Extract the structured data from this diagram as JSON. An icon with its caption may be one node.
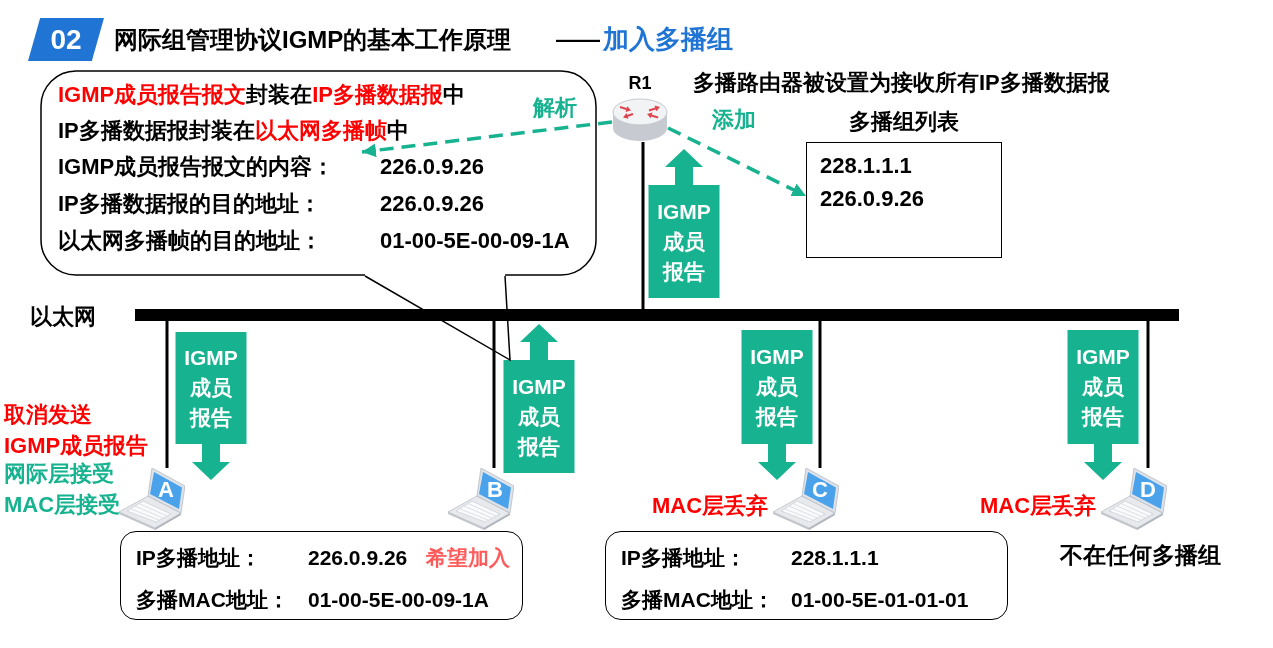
{
  "diagram": {
    "title": "网际组管理协议IGMP的基本工作原理",
    "nodes": [
      {
        "text": [
          "02"
        ]
      },
      {
        "text": [
          "**IGMP成员报告报文**封装在**IP多播数据报**中",
          "IP多播数据报封装在**以太网多播帧**中",
          "IGMP成员报告报文的内容：",
          "226.0.9.26",
          "IP多播数据报的目的地址：",
          "226.0.9.26",
          "以太网多播帧的目的地址：",
          "01-00-5E-00-09-1A"
        ]
      },
      {
        "text": [
          "R1"
        ]
      },
      {
        "text": [
          "多播组列表",
          "228.1.1.1",
          "226.0.9.26"
        ]
      },
      {
        "text": [],
        "shape": "bar",
        "beside": [
          "以太网"
        ]
      },
      {
        "text": [
          "A"
        ],
        "beside": [
          "取消发送 IGMP成员报告",
          "网际层接受",
          "MAC层接受"
        ]
      },
      {
        "text": [
          "B"
        ]
      },
      {
        "text": [
          "C"
        ],
        "beside": [
          "MAC层丢弃"
        ]
      },
      {
        "text": [
          "D"
        ],
        "beside": [
          "MAC层丢弃",
          "不在任何多播组"
        ]
      },
      {
        "text": [
          "IP多播地址：",
          "226.0.9.26",
          "希望加入",
          "多播MAC地址：",
          "01-00-5E-00-09-1A"
        ]
      },
      {
        "text": [
          "IP多播地址：",
          "228.1.1.1",
          "多播MAC地址：",
          "01-00-5E-01-01-01"
        ]
      }
    ],
    "edges": [
      {
        "from": 2,
        "to": 1,
        "arrow": "to",
        "label": "解析",
        "style": "dashed",
        "color": "#17b28f"
      },
      {
        "from": 2,
        "to": 3,
        "arrow": "to",
        "label": "添加",
        "style": "dashed",
        "color": "#17b28f"
      },
      {
        "from": 2,
        "to": 4,
        "arrow": "none"
      },
      {
        "from": 5,
        "to": 4,
        "arrow": "none"
      },
      {
        "from": 6,
        "to": 4,
        "arrow": "none"
      },
      {
        "from": 7,
        "to": 4,
        "arrow": "none"
      },
      {
        "from": 8,
        "to": 4,
        "arrow": "none"
      },
      {
        "from": 4,
        "to": 2,
        "arrow": "to",
        "label": "IGMP成员报告",
        "style": "thick",
        "color": "#17b28f"
      },
      {
        "from": 4,
        "to": 5,
        "arrow": "to",
        "label": "IGMP成员报告",
        "style": "thick",
        "color": "#17b28f"
      },
      {
        "from": 6,
        "to": 4,
        "arrow": "to",
        "label": "IGMP成员报告",
        "style": "thick",
        "color": "#17b28f"
      },
      {
        "from": 4,
        "to": 7,
        "arrow": "to",
        "label": "IGMP成员报告",
        "style": "thick",
        "color": "#17b28f"
      },
      {
        "from": 4,
        "to": 8,
        "arrow": "to",
        "label": "IGMP成员报告",
        "style": "thick",
        "color": "#17b28f"
      }
    ],
    "labels": [
      "——",
      "加入多播组",
      "多播路由器被设置为接收所有IP多播数据报"
    ]
  }
}
